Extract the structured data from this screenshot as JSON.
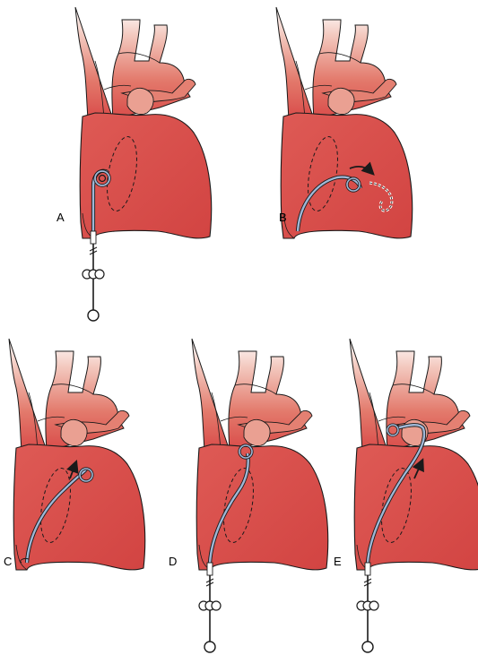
{
  "panels": [
    {
      "id": "A",
      "label": "A"
    },
    {
      "id": "B",
      "label": "B"
    },
    {
      "id": "C",
      "label": "C"
    },
    {
      "id": "D",
      "label": "D"
    },
    {
      "id": "E",
      "label": "E"
    }
  ],
  "colors": {
    "heart": "#d94b49",
    "heart_light": "#ef9c8c",
    "heart_fade": "#f6d4cc",
    "outline": "#1a1a1a",
    "catheter": "#9fb7d6",
    "tool": "#ffffff"
  }
}
